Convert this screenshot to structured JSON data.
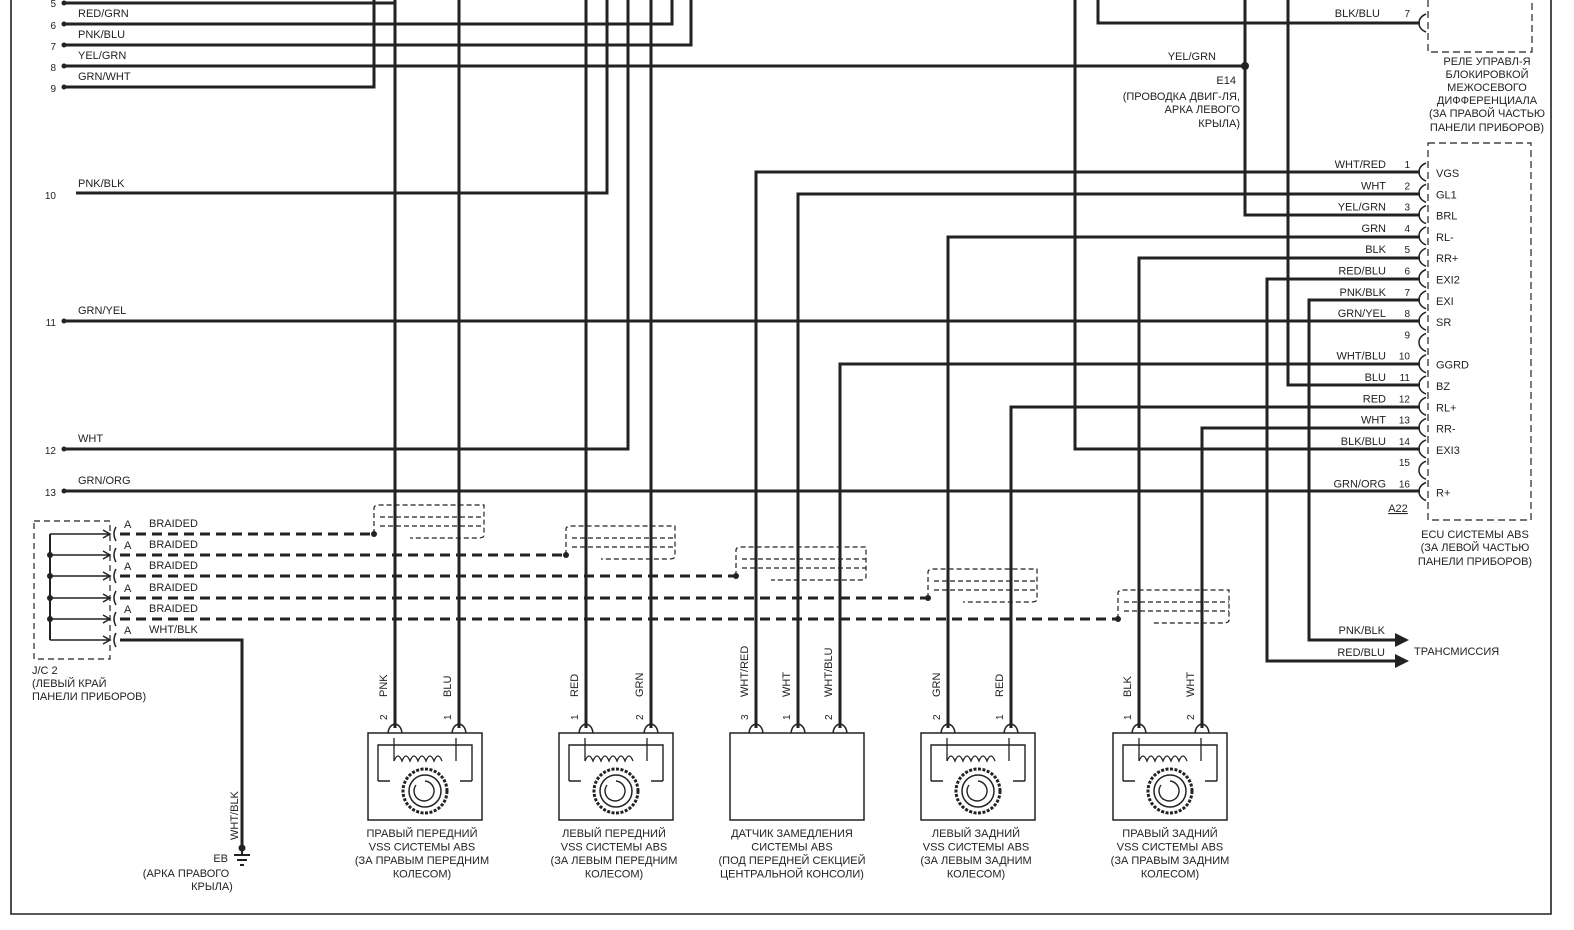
{
  "left_pins": [
    {
      "num": "5",
      "wire": "RED/GRN"
    },
    {
      "num": "6",
      "wire": ""
    },
    {
      "num": "7",
      "wire": "PNK/BLU"
    },
    {
      "num": "8",
      "wire": "YEL/GRN"
    },
    {
      "num": "9",
      "wire": "GRN/WHT"
    },
    {
      "num": "10",
      "wire": "PNK/BLK"
    },
    {
      "num": "11",
      "wire": "GRN/YEL"
    },
    {
      "num": "12",
      "wire": "WHT"
    },
    {
      "num": "13",
      "wire": "GRN/ORG"
    }
  ],
  "e14": {
    "wire": "YEL/GRN",
    "label": "E14",
    "lines": [
      "(ПРОВОДКА ДВИГ-ЛЯ,",
      "АРКА ЛЕВОГО",
      "КРЫЛА)"
    ]
  },
  "relay": {
    "wire": "BLK/BLU",
    "pin": "7",
    "lines": [
      "РЕЛЕ УПРАВЛ-Я",
      "БЛОКИРОВКОЙ",
      "МЕЖОСЕВОГО",
      "ДИФФЕРЕНЦИАЛА",
      "(ЗА ПРАВОЙ ЧАСТЬЮ",
      "ПАНЕЛИ ПРИБОРОВ)"
    ]
  },
  "ecu": {
    "ref": "A22",
    "lines": [
      "ECU СИСТЕМЫ ABS",
      "(ЗА ЛЕВОЙ ЧАСТЬЮ",
      "ПАНЕЛИ ПРИБОРОВ)"
    ],
    "pins": [
      {
        "num": "1",
        "wire": "WHT/RED",
        "signal": "VGS"
      },
      {
        "num": "2",
        "wire": "WHT",
        "signal": "GL1"
      },
      {
        "num": "3",
        "wire": "YEL/GRN",
        "signal": "BRL"
      },
      {
        "num": "4",
        "wire": "GRN",
        "signal": "RL-"
      },
      {
        "num": "5",
        "wire": "BLK",
        "signal": "RR+"
      },
      {
        "num": "6",
        "wire": "RED/BLU",
        "signal": "EXI2"
      },
      {
        "num": "7",
        "wire": "PNK/BLK",
        "signal": "EXI"
      },
      {
        "num": "8",
        "wire": "GRN/YEL",
        "signal": "SR"
      },
      {
        "num": "9",
        "wire": "",
        "signal": ""
      },
      {
        "num": "10",
        "wire": "WHT/BLU",
        "signal": "GGRD"
      },
      {
        "num": "11",
        "wire": "BLU",
        "signal": "BZ"
      },
      {
        "num": "12",
        "wire": "RED",
        "signal": "RL+"
      },
      {
        "num": "13",
        "wire": "WHT",
        "signal": "RR-"
      },
      {
        "num": "14",
        "wire": "BLK/BLU",
        "signal": "EXI3"
      },
      {
        "num": "15",
        "wire": "",
        "signal": ""
      },
      {
        "num": "16",
        "wire": "GRN/ORG",
        "signal": "R+"
      }
    ]
  },
  "jc2": {
    "rows": [
      {
        "pin": "A",
        "wire": "BRAIDED"
      },
      {
        "pin": "A",
        "wire": "BRAIDED"
      },
      {
        "pin": "A",
        "wire": "BRAIDED"
      },
      {
        "pin": "A",
        "wire": "BRAIDED"
      },
      {
        "pin": "A",
        "wire": "BRAIDED"
      },
      {
        "pin": "A",
        "wire": "WHT/BLK"
      }
    ],
    "lines": [
      "J/C 2",
      "(ЛЕВЫЙ КРАЙ",
      "ПАНЕЛИ ПРИБОРОВ)"
    ]
  },
  "ground": {
    "wire": "WHT/BLK",
    "label": "EB",
    "lines": [
      "(АРКА ПРАВОГО",
      "КРЫЛА)"
    ]
  },
  "transmission": {
    "label": "ТРАНСМИССИЯ",
    "wires": [
      "PNK/BLK",
      "RED/BLU"
    ]
  },
  "sensors": [
    {
      "pins": [
        {
          "num": "2",
          "wire": "PNK"
        },
        {
          "num": "1",
          "wire": "BLU"
        }
      ],
      "lines": [
        "ПРАВЫЙ ПЕРЕДНИЙ",
        "VSS СИСТЕМЫ ABS",
        "(ЗА ПРАВЫМ ПЕРЕДНИМ",
        "КОЛЕСОМ)"
      ]
    },
    {
      "pins": [
        {
          "num": "1",
          "wire": "RED"
        },
        {
          "num": "2",
          "wire": "GRN"
        }
      ],
      "lines": [
        "ЛЕВЫЙ ПЕРЕДНИЙ",
        "VSS СИСТЕМЫ ABS",
        "(ЗА ЛЕВЫМ ПЕРЕДНИМ",
        "КОЛЕСОМ)"
      ]
    },
    {
      "pins": [
        {
          "num": "3",
          "wire": "WHT/RED"
        },
        {
          "num": "1",
          "wire": "WHT"
        },
        {
          "num": "2",
          "wire": "WHT/BLU"
        }
      ],
      "lines": [
        "ДАТЧИК ЗАМЕДЛЕНИЯ",
        "СИСТЕМЫ ABS",
        "(ПОД ПЕРЕДНЕЙ СЕКЦИЕЙ",
        "ЦЕНТРАЛЬНОЙ КОНСОЛИ)"
      ]
    },
    {
      "pins": [
        {
          "num": "2",
          "wire": "GRN"
        },
        {
          "num": "1",
          "wire": "RED"
        }
      ],
      "lines": [
        "ЛЕВЫЙ ЗАДНИЙ",
        "VSS СИСТЕМЫ ABS",
        "(ЗА ЛЕВЫМ ЗАДНИМ",
        "КОЛЕСОМ)"
      ]
    },
    {
      "pins": [
        {
          "num": "1",
          "wire": "BLK"
        },
        {
          "num": "2",
          "wire": "WHT"
        }
      ],
      "lines": [
        "ПРАВЫЙ ЗАДНИЙ",
        "VSS СИСТЕМЫ ABS",
        "(ЗА ПРАВЫМ ЗАДНИМ",
        "КОЛЕСОМ)"
      ]
    }
  ]
}
